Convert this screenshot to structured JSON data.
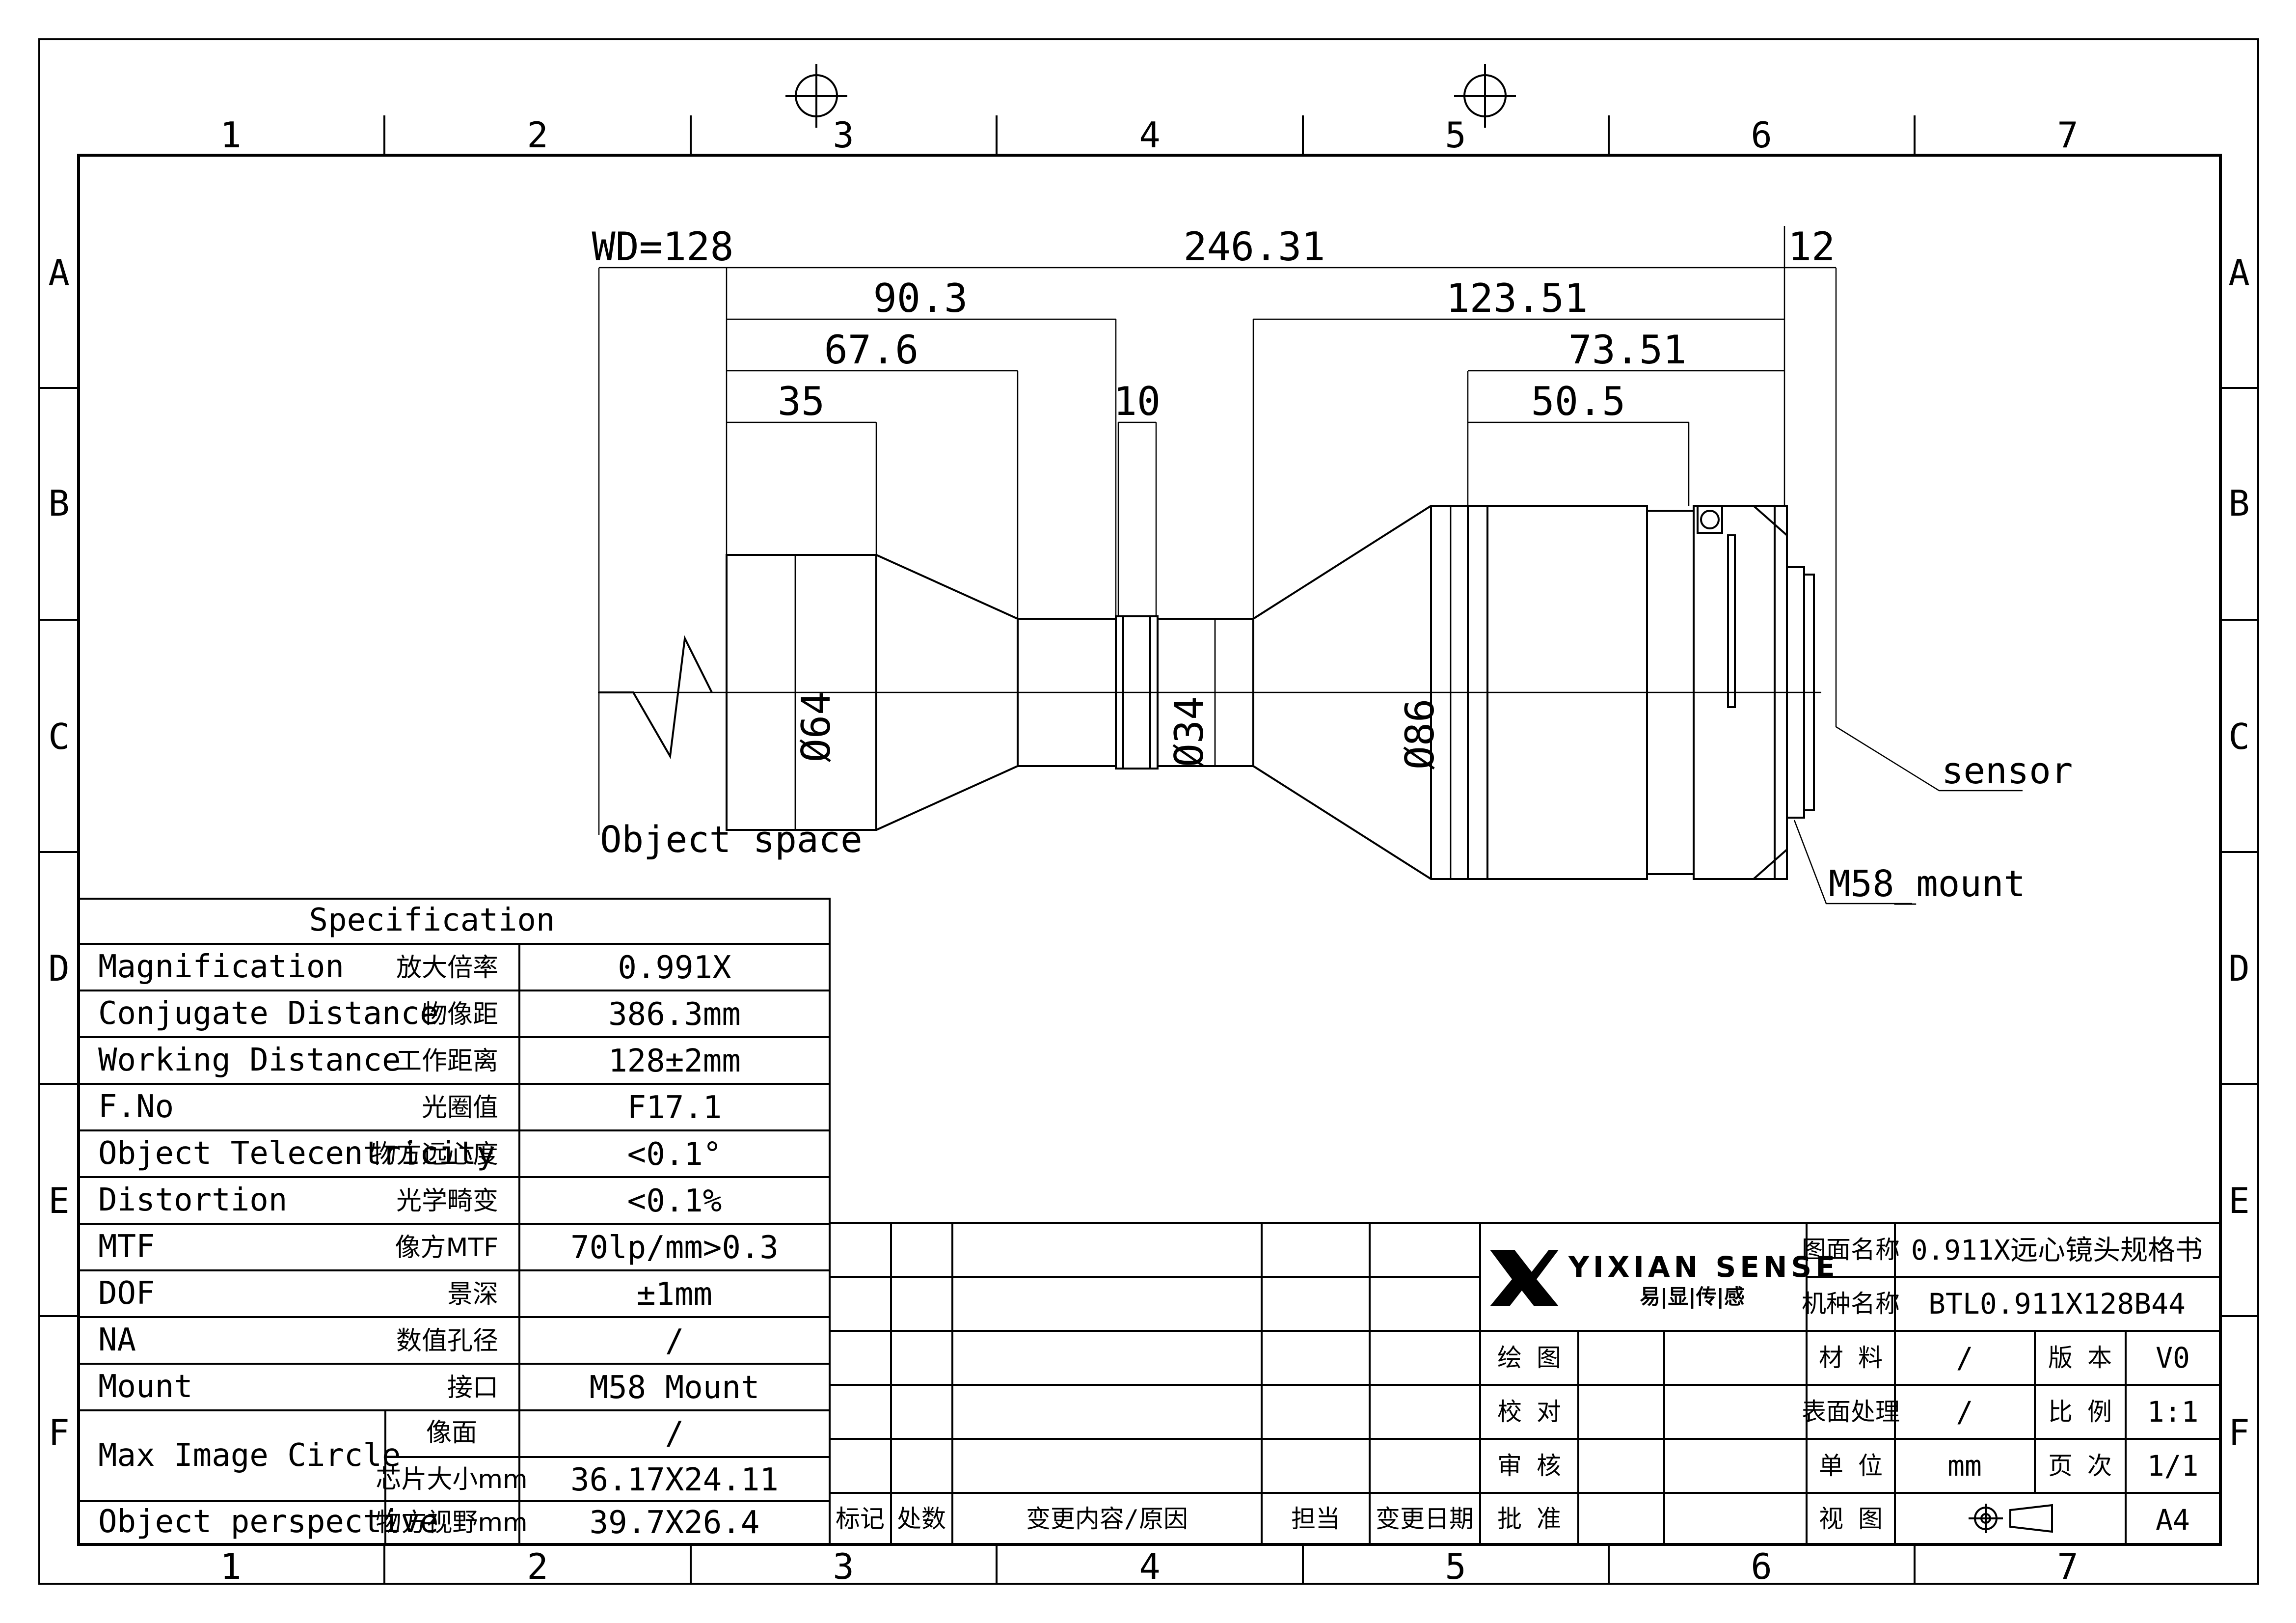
{
  "zones": {
    "columns": [
      "1",
      "2",
      "3",
      "4",
      "5",
      "6",
      "7"
    ],
    "rows": [
      "A",
      "B",
      "C",
      "D",
      "E",
      "F"
    ]
  },
  "dimensions": {
    "wd": "WD=128",
    "overall": "246.31",
    "sensor_gap": "12",
    "d_90_3": "90.3",
    "d_123_51": "123.51",
    "d_67_6": "67.6",
    "d_73_51": "73.51",
    "d_35": "35",
    "d_10": "10",
    "d_50_5": "50.5",
    "dia_64": "Ø64",
    "dia_34": "Ø34",
    "dia_86": "Ø86"
  },
  "labels": {
    "object_space": "Object space",
    "sensor": "sensor",
    "mount": "M58_mount"
  },
  "spec": {
    "title": "Specification",
    "rows": [
      {
        "en": "Magnification",
        "cn": "放大倍率",
        "value": "0.991X"
      },
      {
        "en": "Conjugate Distance",
        "cn": "物像距",
        "value": "386.3mm"
      },
      {
        "en": "Working Distance",
        "cn": "工作距离",
        "value": "128±2mm"
      },
      {
        "en": "F.No",
        "cn": "光圈值",
        "value": "F17.1"
      },
      {
        "en": "Object Telecentricity",
        "cn": "物方远心度",
        "value": "<0.1°"
      },
      {
        "en": "Distortion",
        "cn": "光学畸变",
        "value": "<0.1%"
      },
      {
        "en": "MTF",
        "cn": "像方MTF",
        "value": "70lp/mm>0.3"
      },
      {
        "en": "DOF",
        "cn": "景深",
        "value": "±1mm"
      },
      {
        "en": "NA",
        "cn": "数值孔径",
        "value": "/"
      },
      {
        "en": "Mount",
        "cn": "接口",
        "value": "M58 Mount"
      }
    ],
    "circle": {
      "en": "Max Image Circle",
      "cn1": "像面",
      "v1": "/",
      "cn2": "芯片大小mm",
      "v2": "36.17X24.11"
    },
    "perspective": {
      "en": "Object perspective",
      "cn": "物方视野mm",
      "value": "39.7X26.4"
    }
  },
  "revision": {
    "headers": [
      "标记",
      "处数",
      "变更内容/原因",
      "担当",
      "变更日期"
    ]
  },
  "titleblock": {
    "brand": "YIXIAN SENSE",
    "brand_cn": "易|显|传|感",
    "drawing_name_label": "图面名称",
    "drawing_name": "0.911X远心镜头规格书",
    "model_label": "机种名称",
    "model": "BTL0.911X128B44",
    "draw": "绘 图",
    "check": "校 对",
    "review": "审 核",
    "approve": "批 准",
    "material_label": "材 料",
    "material": "/",
    "version_label": "版 本",
    "version": "V0",
    "surface_label": "表面处理",
    "surface": "/",
    "scale_label": "比 例",
    "scale": "1:1",
    "unit_label": "单 位",
    "unit": "mm",
    "page_label": "页 次",
    "page": "1/1",
    "view_label": "视 图",
    "paper": "A4"
  },
  "colors": {
    "line": "#000000",
    "background": "#ffffff"
  }
}
